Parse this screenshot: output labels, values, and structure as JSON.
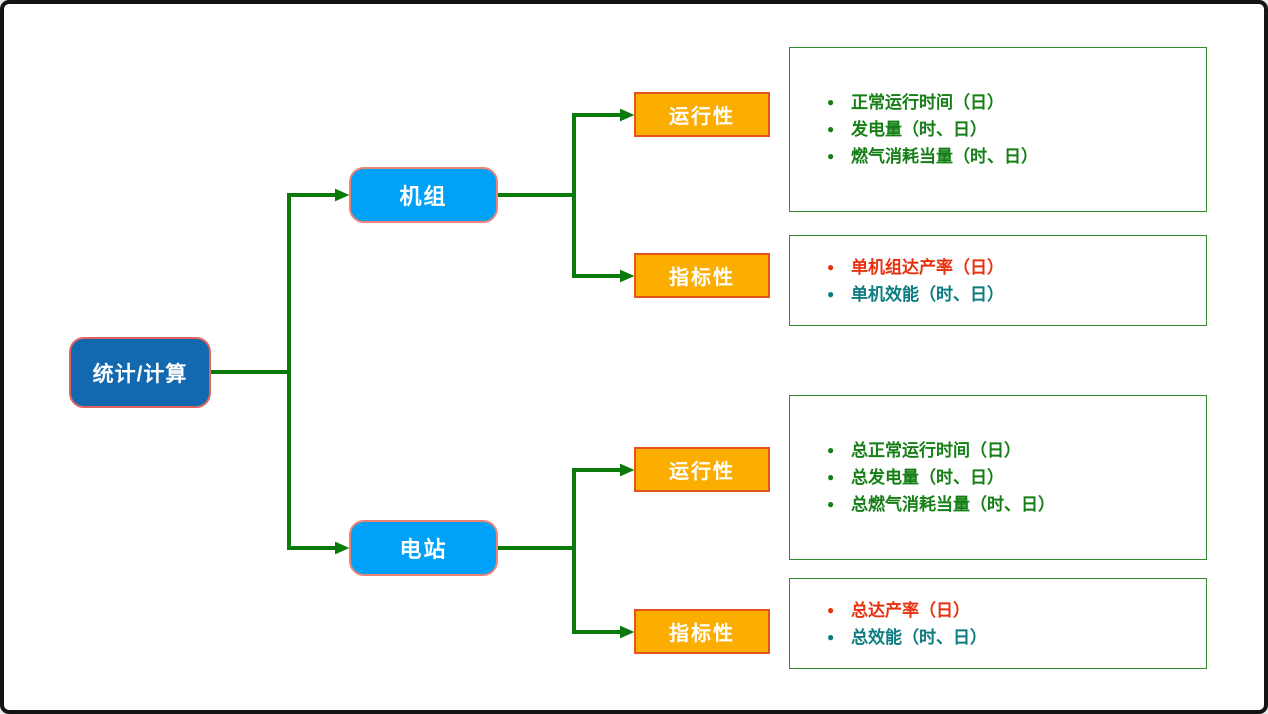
{
  "colors": {
    "frame_border": "#141414",
    "connector_green": "#0a7a0a",
    "root_fill": "#1269b0",
    "root_border": "#e0645c",
    "node_fill": "#00a1f7",
    "node_border": "#ef8277",
    "category_fill": "#fbae00",
    "category_border": "#e4531a",
    "panel_border": "#2e8b2e",
    "text_green": "#157f15",
    "text_red": "#e8310e",
    "text_teal": "#0c7c80"
  },
  "diagram": {
    "root": {
      "label": "统计/计算"
    },
    "groups": [
      {
        "node": "机组",
        "categories": [
          {
            "label": "运行性",
            "items": [
              {
                "text": "正常运行时间（日）",
                "color": "green"
              },
              {
                "text": "发电量（时、日）",
                "color": "green"
              },
              {
                "text": "燃气消耗当量（时、日）",
                "color": "green"
              }
            ]
          },
          {
            "label": "指标性",
            "items": [
              {
                "text": "单机组达产率（日）",
                "color": "red"
              },
              {
                "text": "单机效能（时、日）",
                "color": "teal"
              }
            ]
          }
        ]
      },
      {
        "node": "电站",
        "categories": [
          {
            "label": "运行性",
            "items": [
              {
                "text": "总正常运行时间（日）",
                "color": "green"
              },
              {
                "text": "总发电量（时、日）",
                "color": "green"
              },
              {
                "text": "总燃气消耗当量（时、日）",
                "color": "green"
              }
            ]
          },
          {
            "label": "指标性",
            "items": [
              {
                "text": "总达产率（日）",
                "color": "red"
              },
              {
                "text": "总效能（时、日）",
                "color": "teal"
              }
            ]
          }
        ]
      }
    ]
  }
}
